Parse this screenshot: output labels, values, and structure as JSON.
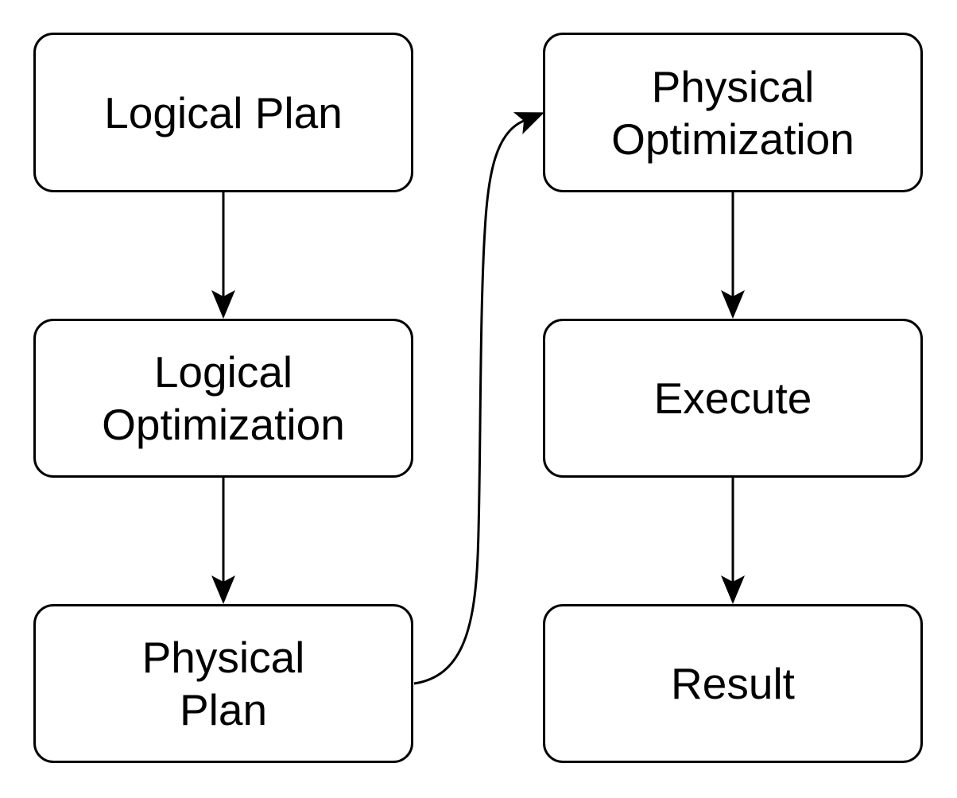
{
  "diagram": {
    "type": "flowchart",
    "colors": {
      "background": "#ffffff",
      "node_fill": "#ffffff",
      "node_border": "#000000",
      "edge_stroke": "#000000",
      "text": "#000000"
    },
    "nodes": [
      {
        "id": "logical-plan",
        "label": "Logical Plan"
      },
      {
        "id": "logical-optimization",
        "label": "Logical\nOptimization"
      },
      {
        "id": "physical-plan",
        "label": "Physical\nPlan"
      },
      {
        "id": "physical-optimization",
        "label": "Physical\nOptimization"
      },
      {
        "id": "execute",
        "label": "Execute"
      },
      {
        "id": "result",
        "label": "Result"
      }
    ],
    "edges": [
      {
        "from": "logical-plan",
        "to": "logical-optimization",
        "style": "straight-arrow"
      },
      {
        "from": "logical-optimization",
        "to": "physical-plan",
        "style": "straight-arrow"
      },
      {
        "from": "physical-plan",
        "to": "physical-optimization",
        "style": "curved-arrow"
      },
      {
        "from": "physical-optimization",
        "to": "execute",
        "style": "straight-arrow"
      },
      {
        "from": "execute",
        "to": "result",
        "style": "straight-arrow"
      }
    ]
  }
}
